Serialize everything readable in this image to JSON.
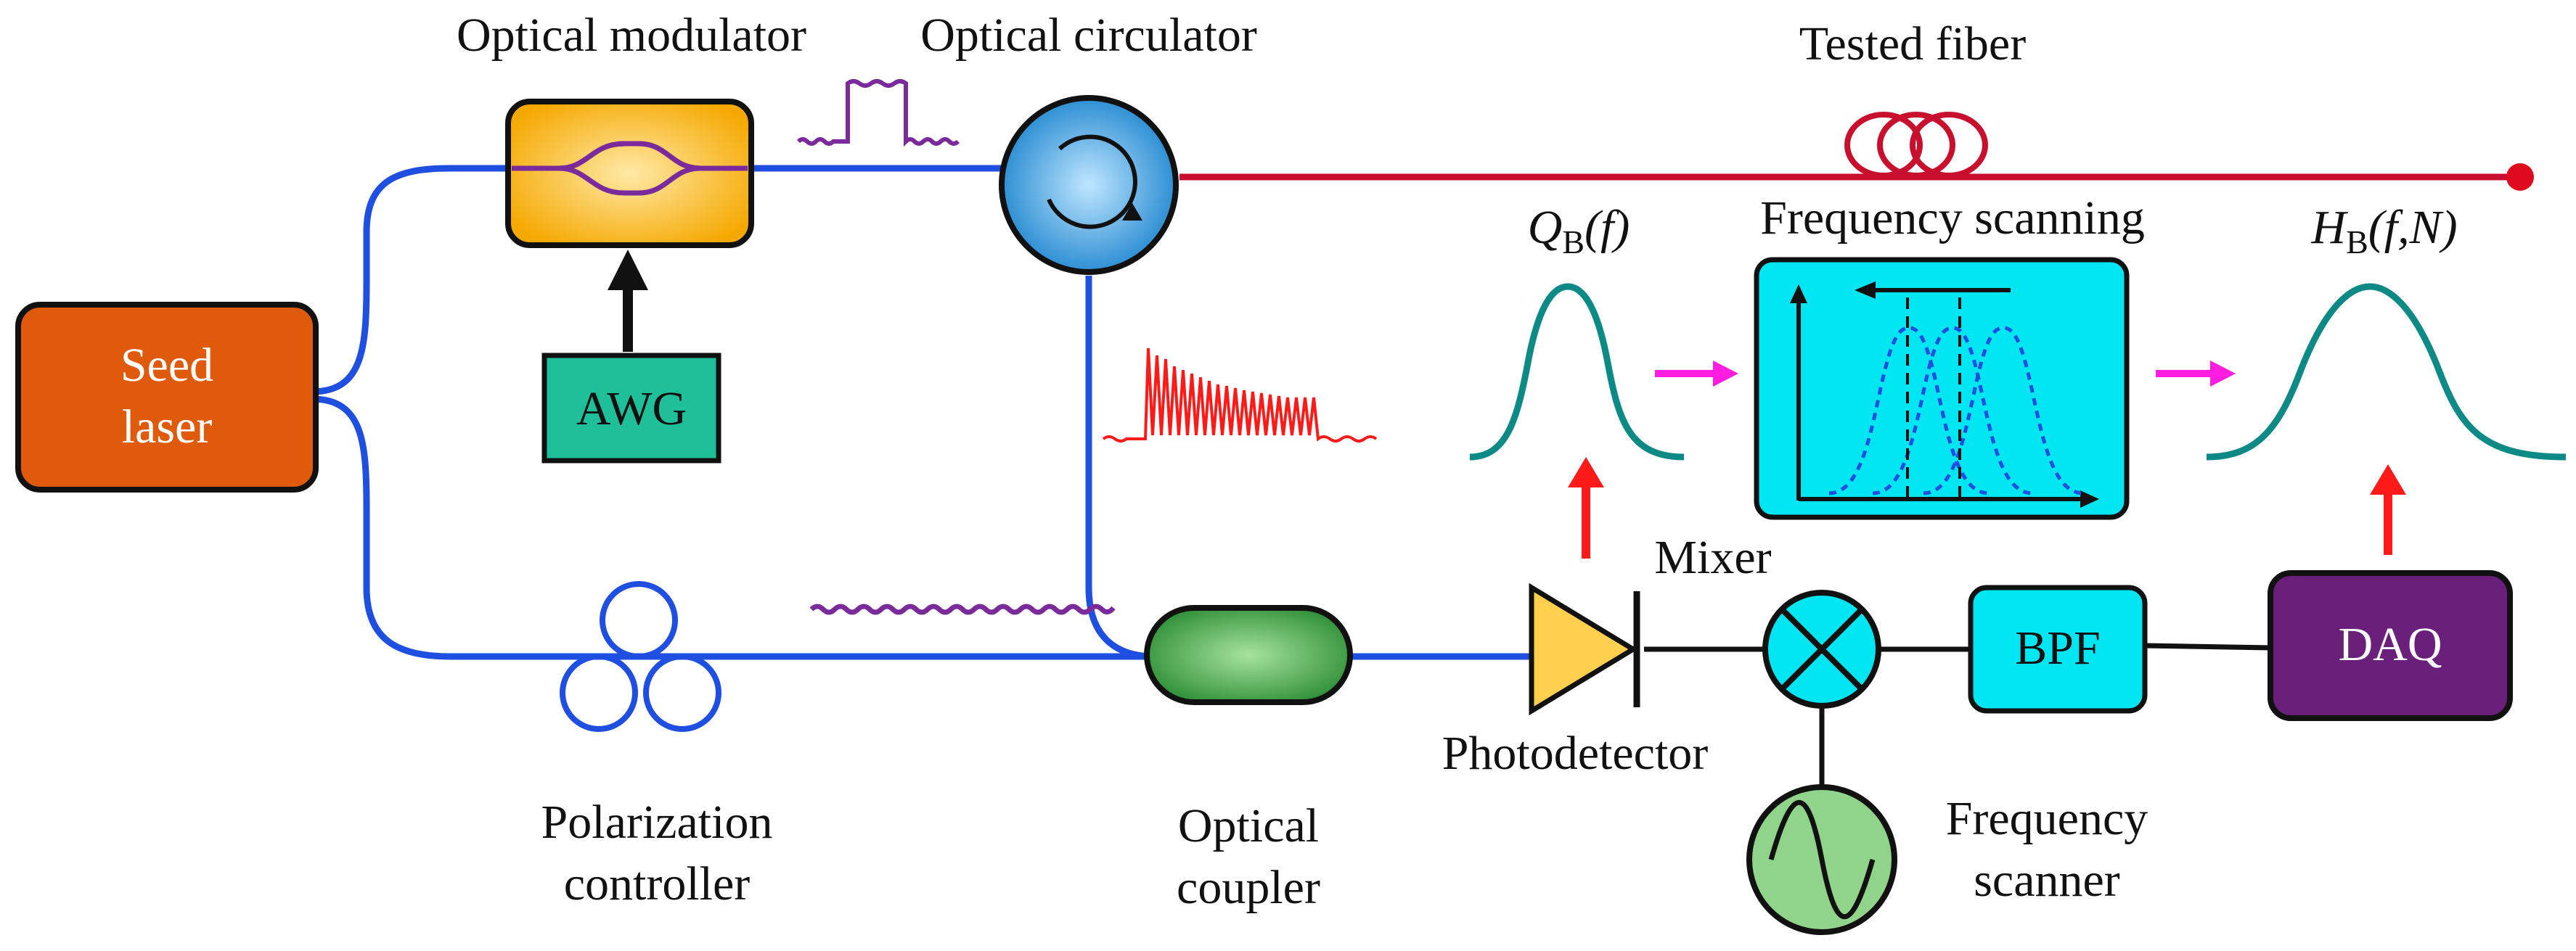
{
  "labels": {
    "optical_modulator": "Optical modulator",
    "optical_circulator": "Optical circulator",
    "tested_fiber": "Tested fiber",
    "seed_laser_line1": "Seed",
    "seed_laser_line2": "laser",
    "awg": "AWG",
    "frequency_scanning": "Frequency  scanning",
    "mixer": "Mixer",
    "photodetector": "Photodetector",
    "bpf": "BPF",
    "daq": "DAQ",
    "polarization_controller_line1": "Polarization",
    "polarization_controller_line2": "controller",
    "optical_coupler_line1": "Optical",
    "optical_coupler_line2": "coupler",
    "frequency_scanner_line1": "Frequency",
    "frequency_scanner_line2": "scanner"
  },
  "math": {
    "q_main": "Q",
    "q_sub": "B",
    "q_arg": "(f)",
    "h_main": "H",
    "h_sub": "B",
    "h_arg": "(f,N)"
  },
  "colors": {
    "fiber_blue": "#1f4fe0",
    "fiber_red": "#c8102e",
    "seed_laser": "#e05a0c",
    "modulator": "#f5b400",
    "circulator": "#1e8fd6",
    "awg": "#1fbf9a",
    "coupler": "#2f9a3a",
    "cyan_box": "#00e5f2",
    "daq": "#6a1f7a",
    "photodetector": "#ffcf4d",
    "oscillator": "#8fd48a",
    "gaussian": "#0e8a86",
    "pink_arrow": "#ff1ee0",
    "red_arrow": "#ff1a1a",
    "purple_signal": "#7a2a9a",
    "red_signal": "#ff1a1a"
  },
  "icons": {
    "circulator": "circular-arrow-icon",
    "mixer": "cross-circle-icon",
    "oscillator": "sine-wave-icon",
    "fiber_coil": "fiber-coil-icon",
    "polarization_controller": "three-loops-icon"
  }
}
